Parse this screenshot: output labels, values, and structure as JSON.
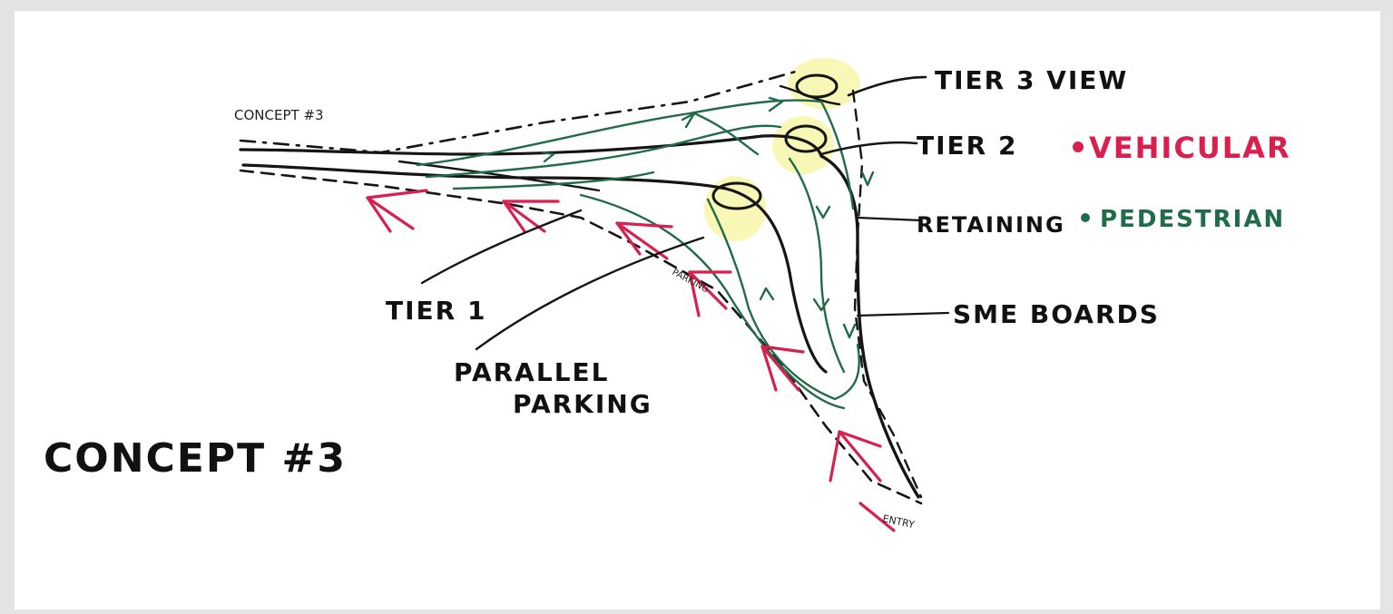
{
  "labels": {
    "concept_small": "CONCEPT #3",
    "concept_large": "CONCEPT #3",
    "tier3": "TIER 3 VIEW",
    "tier2": "TIER 2",
    "tier1": "TIER 1",
    "vehicular": "VEHICULAR",
    "pedestrian": "PEDESTRIAN",
    "retaining": "RETAINING",
    "sme_boards": "SME BOARDS",
    "parallel_parking_line1": "PARALLEL",
    "parallel_parking_line2": "PARKING",
    "entry": "ENTRY",
    "parking_small": "PARKING"
  },
  "legend": {
    "vehicular_color": "#d81f4d",
    "pedestrian_color": "#1f6b4a"
  },
  "colors": {
    "ink": "#151515",
    "vehicular": "#d81f4d",
    "pedestrian": "#1f6b4a",
    "highlight": "#f3f07a",
    "paper": "#ffffff"
  }
}
